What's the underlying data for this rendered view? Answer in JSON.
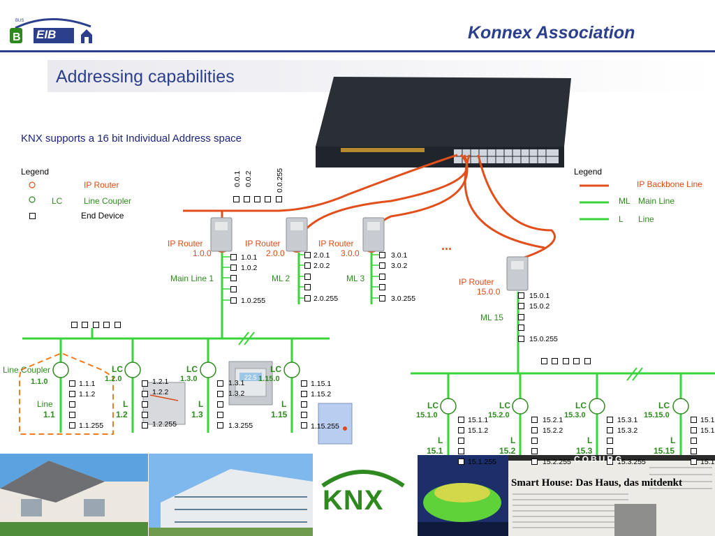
{
  "header": {
    "logo_text": "EIB",
    "logo_small": "BUS",
    "company": "Konnex Association",
    "title": "Addressing capabilities"
  },
  "subtitle": "KNX supports a 16 bit Individual Address space",
  "legend_left": {
    "title": "Legend",
    "items": [
      {
        "abbr": "",
        "label": "IP Router"
      },
      {
        "abbr": "LC",
        "label": "Line Coupler"
      },
      {
        "abbr": "",
        "label": "End Device"
      }
    ]
  },
  "legend_right": {
    "title": "Legend",
    "items": [
      {
        "abbr": "",
        "label": "IP Backbone Line"
      },
      {
        "abbr": "ML",
        "label": "Main Line"
      },
      {
        "abbr": "L",
        "label": "Line"
      }
    ]
  },
  "backbone_addresses": [
    "0.0.1",
    "0.0.2",
    "0.0.255"
  ],
  "ellipsis": "...",
  "routers": [
    {
      "label": "IP Router",
      "address": "1.0.0",
      "main_line": "Main Line 1",
      "devices": [
        "1.0.1",
        "1.0.2",
        "1.0.255"
      ]
    },
    {
      "label": "IP Router",
      "address": "2.0.0",
      "main_line": "ML 2",
      "devices": [
        "2.0.1",
        "2.0.2",
        "2.0.255"
      ]
    },
    {
      "label": "IP Router",
      "address": "3.0.0",
      "main_line": "ML 3",
      "devices": [
        "3.0.1",
        "3.0.2",
        "3.0.255"
      ]
    },
    {
      "label": "IP Router",
      "address": "15.0.0",
      "main_line": "ML 15",
      "devices": [
        "15.0.1",
        "15.0.2",
        "15.0.255"
      ]
    }
  ],
  "lines_area1": [
    {
      "coupler": "Line Coupler",
      "address": "1.1.0",
      "line": "Line",
      "line_no": "1.1",
      "devices": [
        "1.1.1",
        "1.1.2",
        "1.1.255"
      ]
    },
    {
      "coupler": "LC",
      "address": "1.2.0",
      "line": "L",
      "line_no": "1.2",
      "devices": [
        "1.2.1",
        "1.2.2",
        "1.2.255"
      ]
    },
    {
      "coupler": "LC",
      "address": "1.3.0",
      "line": "L",
      "line_no": "1.3",
      "devices": [
        "1.3.1",
        "1.3.2",
        "1.3.255"
      ]
    },
    {
      "coupler": "LC",
      "address": "1.15.0",
      "line": "L",
      "line_no": "1.15",
      "devices": [
        "1.15.1",
        "1.15.2",
        "1.15.255"
      ]
    }
  ],
  "lines_area15": [
    {
      "coupler": "LC",
      "address": "15.1.0",
      "line": "L",
      "line_no": "15.1",
      "devices": [
        "15.1.1",
        "15.1.2",
        "15.1.255"
      ]
    },
    {
      "coupler": "LC",
      "address": "15.2.0",
      "line": "L",
      "line_no": "15.2",
      "devices": [
        "15.2.1",
        "15.2.2",
        "15.2.255"
      ]
    },
    {
      "coupler": "LC",
      "address": "15.3.0",
      "line": "L",
      "line_no": "15.3",
      "devices": [
        "15.3.1",
        "15.3.2",
        "15.3.255"
      ]
    },
    {
      "coupler": "LC",
      "address": "15.15.0",
      "line": "L",
      "line_no": "15.15",
      "devices": [
        "15.1",
        "15.1",
        "15.1"
      ]
    }
  ],
  "thermostat_display": "22.5",
  "knx_logo": "KNX",
  "newspaper": {
    "brand": "COBURG",
    "headline": "Smart House: Das Haus, das mitdenkt"
  },
  "colors": {
    "backbone": "#e24f1b",
    "main_line": "#39d43a",
    "title_blue": "#2b3f8c",
    "coupler_red": "#d94a16",
    "coupler_green": "#2e8a1e"
  }
}
